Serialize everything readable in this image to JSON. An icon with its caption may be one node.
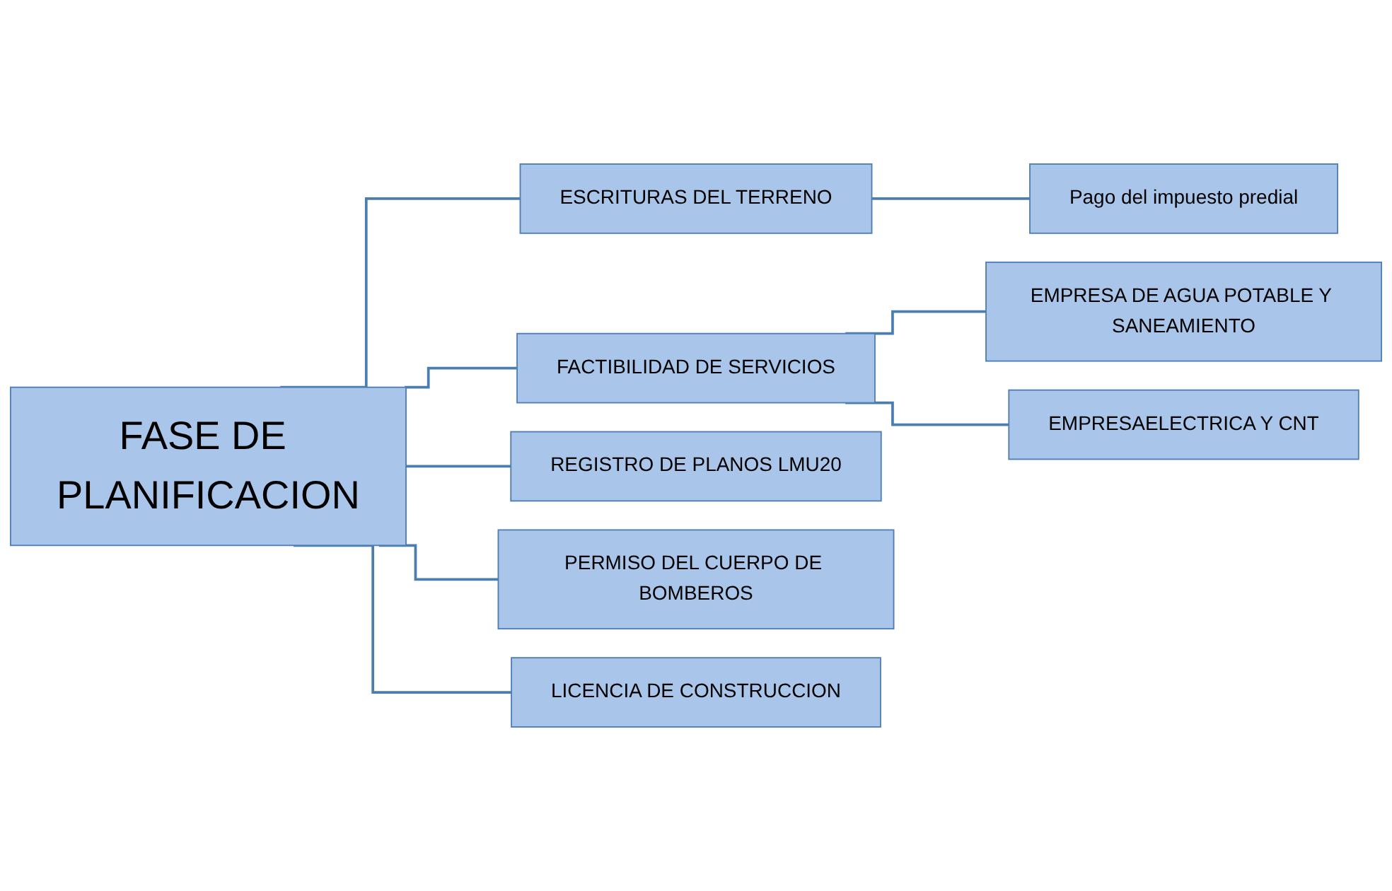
{
  "diagram": {
    "nodes": [
      {
        "text": [
          "FASE DE PLANIFICACION"
        ]
      },
      {
        "text": [
          "ESCRITURAS DEL TERRENO"
        ]
      },
      {
        "text": [
          "Pago del impuesto predial"
        ]
      },
      {
        "text": [
          "FACTIBILIDAD DE SERVICIOS"
        ]
      },
      {
        "text": [
          "EMPRESA DE AGUA POTABLE Y SANEAMIENTO"
        ]
      },
      {
        "text": [
          "EMPRESAELECTRICA Y CNT"
        ]
      },
      {
        "text": [
          "REGISTRO DE PLANOS LMU20"
        ]
      },
      {
        "text": [
          "PERMISO DEL CUERPO DE BOMBEROS"
        ]
      },
      {
        "text": [
          "LICENCIA DE CONSTRUCCION"
        ]
      }
    ],
    "edges": [
      {
        "from": 0,
        "to": 1,
        "arrow": "none"
      },
      {
        "from": 0,
        "to": 3,
        "arrow": "none"
      },
      {
        "from": 0,
        "to": 6,
        "arrow": "none"
      },
      {
        "from": 0,
        "to": 7,
        "arrow": "none"
      },
      {
        "from": 0,
        "to": 8,
        "arrow": "none"
      },
      {
        "from": 1,
        "to": 2,
        "arrow": "none"
      },
      {
        "from": 3,
        "to": 4,
        "arrow": "none"
      },
      {
        "from": 3,
        "to": 5,
        "arrow": "none"
      }
    ]
  }
}
